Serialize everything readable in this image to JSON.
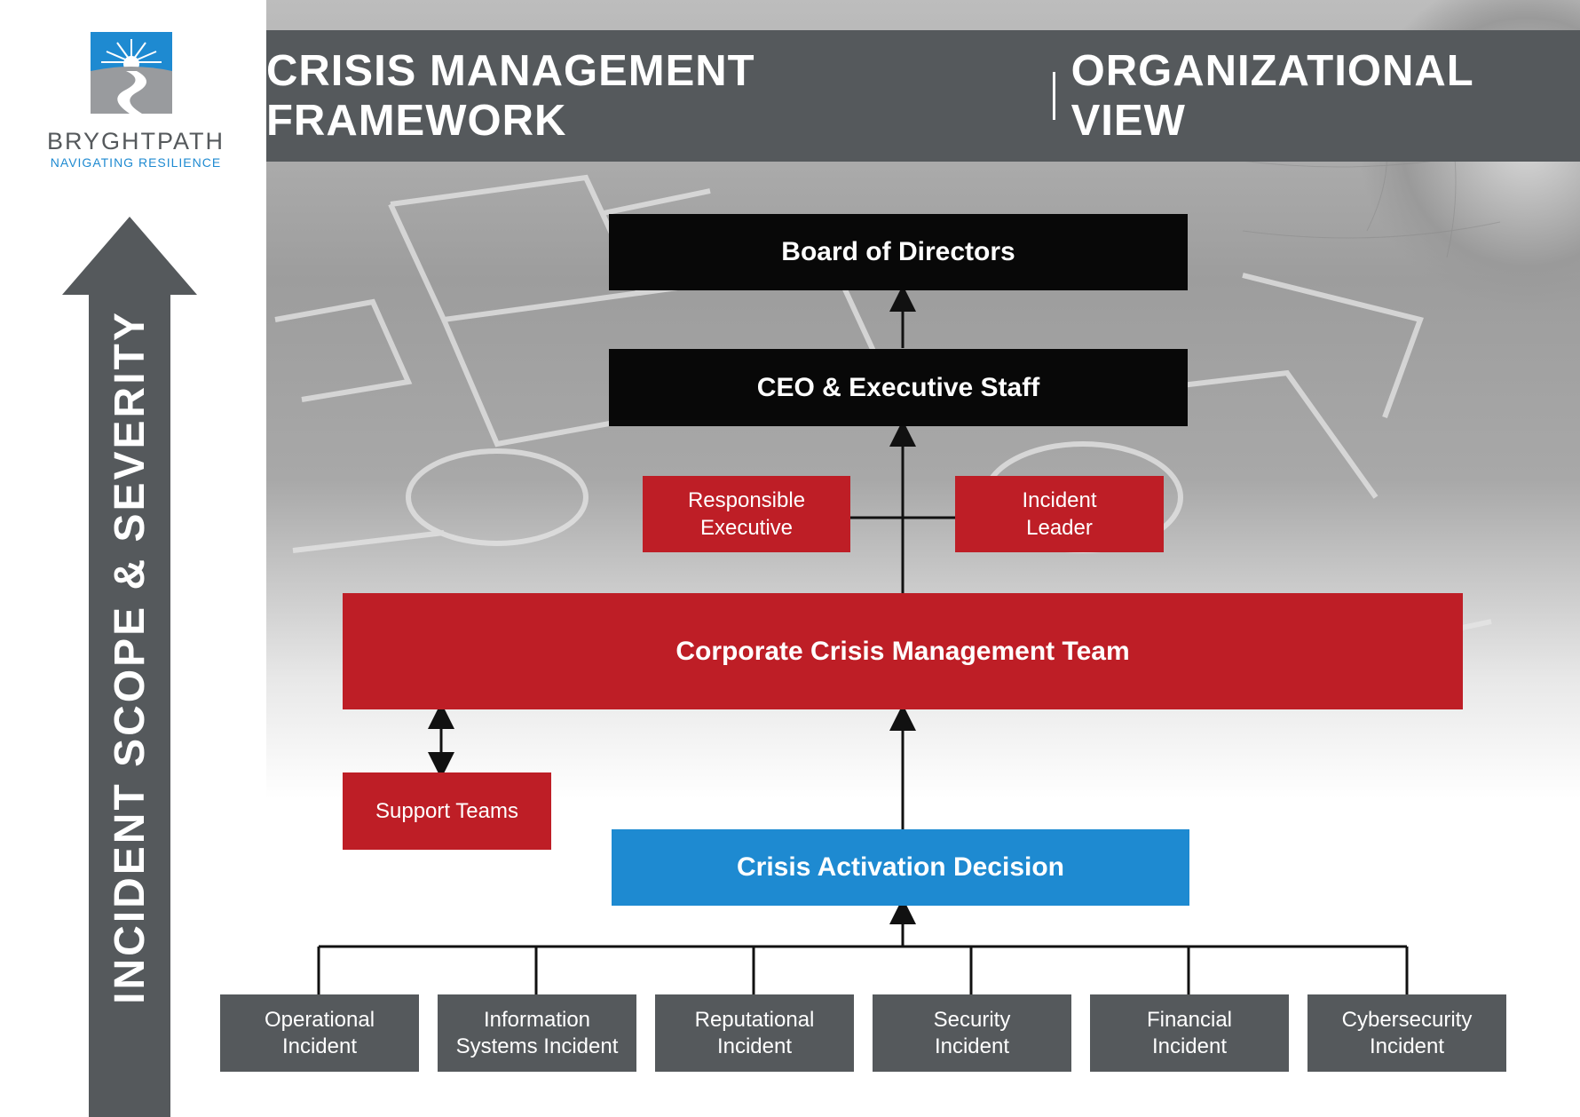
{
  "header": {
    "title_left": "CRISIS MANAGEMENT FRAMEWORK",
    "title_right": "ORGANIZATIONAL VIEW"
  },
  "logo": {
    "name": "BRYGHTPATH",
    "tagline": "NAVIGATING RESILIENCE",
    "colors": {
      "sky": "#1e8ad1",
      "ground": "#999b9e",
      "text": "#55595c"
    }
  },
  "axis": {
    "label": "INCIDENT SCOPE & SEVERITY",
    "icon": "up-arrow-icon"
  },
  "nodes": {
    "board": "Board of Directors",
    "ceo": "CEO & Executive Staff",
    "responsible_executive": "Responsible\nExecutive",
    "incident_leader": "Incident\nLeader",
    "ccmt": "Corporate Crisis Management Team",
    "support_teams": "Support Teams",
    "activation": "Crisis Activation Decision"
  },
  "incidents": [
    "Operational\nIncident",
    "Information\nSystems Incident",
    "Reputational\nIncident",
    "Security\nIncident",
    "Financial\nIncident",
    "Cybersecurity\nIncident"
  ],
  "colors": {
    "executive": "#080808",
    "crisis_team": "#be1e26",
    "activation": "#1e8ad1",
    "incident": "#55595c"
  }
}
